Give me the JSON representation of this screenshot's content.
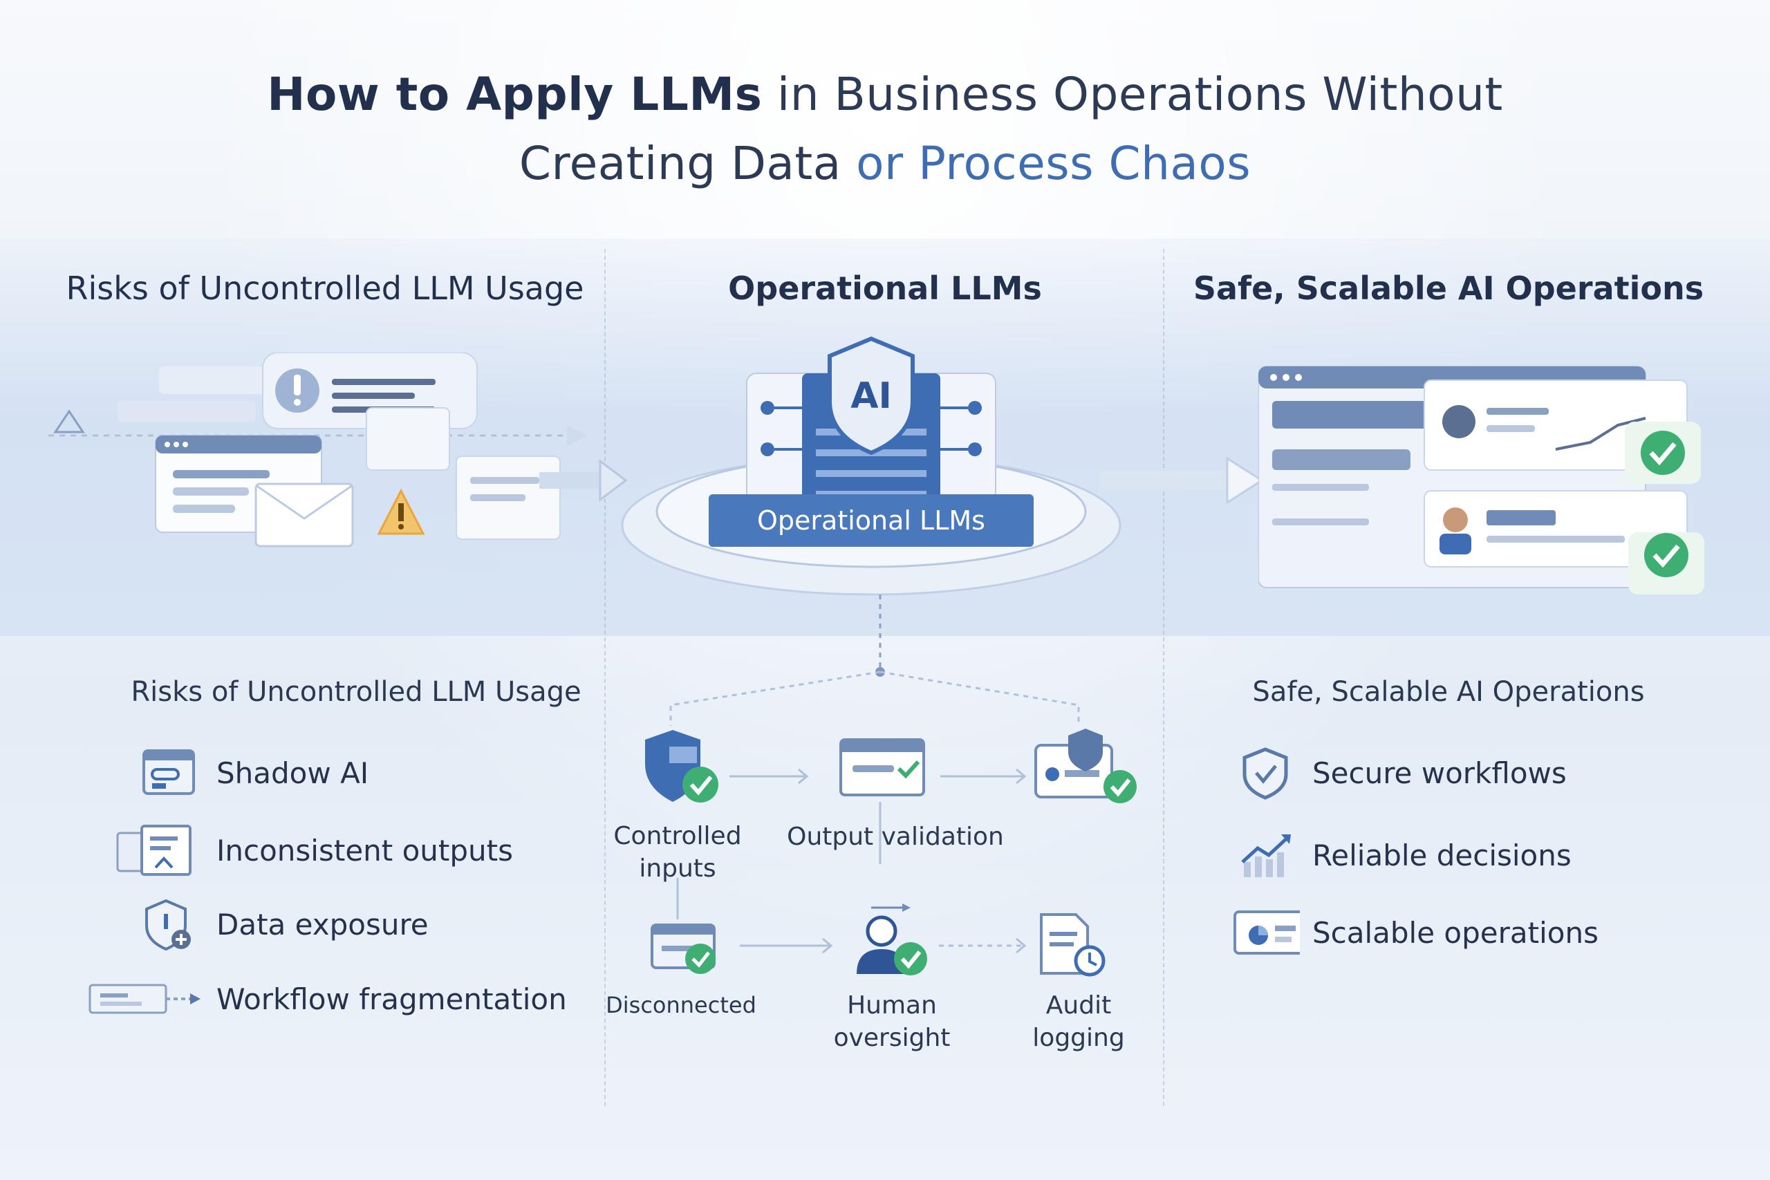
{
  "header": {
    "title_line1_bold": "How to Apply LLMs",
    "title_line1_rest": " in Business Operations Without",
    "title_line2_a": "Creating Data ",
    "title_line2_b": "or Process Chaos"
  },
  "sections": {
    "left_title": "Risks of Uncontrolled LLM Usage",
    "center_title": "Operational LLMs",
    "right_title": "Safe, Scalable AI Operations"
  },
  "hub": {
    "shield_text": "AI",
    "banner_text": "Operational LLMs"
  },
  "risks": {
    "heading": "Risks of Uncontrolled LLM Usage",
    "items": [
      {
        "label": "Shadow AI",
        "icon": "browser-window-icon"
      },
      {
        "label": "Inconsistent outputs",
        "icon": "documents-icon"
      },
      {
        "label": "Data exposure",
        "icon": "shield-alert-icon"
      },
      {
        "label": "Workflow fragmentation",
        "icon": "fragmented-workflow-icon"
      }
    ]
  },
  "flow": {
    "nodes": [
      {
        "label": "Controlled inputs",
        "icon": "shield-check-icon"
      },
      {
        "label": "Output validation",
        "icon": "validation-window-icon"
      },
      {
        "label": "",
        "icon": "secure-card-icon"
      },
      {
        "label": "Disconnected",
        "icon": "disconnected-window-icon"
      },
      {
        "label": "Human oversight",
        "icon": "person-check-icon"
      },
      {
        "label": "Audit logging",
        "icon": "audit-document-icon"
      }
    ]
  },
  "benefits": {
    "heading": "Safe, Scalable AI Operations",
    "items": [
      {
        "label": "Secure workflows",
        "icon": "shield-check-icon"
      },
      {
        "label": "Reliable decisions",
        "icon": "trend-chart-icon"
      },
      {
        "label": "Scalable operations",
        "icon": "dashboard-icon"
      }
    ]
  },
  "colors": {
    "accent": "#3f6db3",
    "check_green": "#3fae72",
    "warning": "#e8a640",
    "title": "#22304e"
  }
}
